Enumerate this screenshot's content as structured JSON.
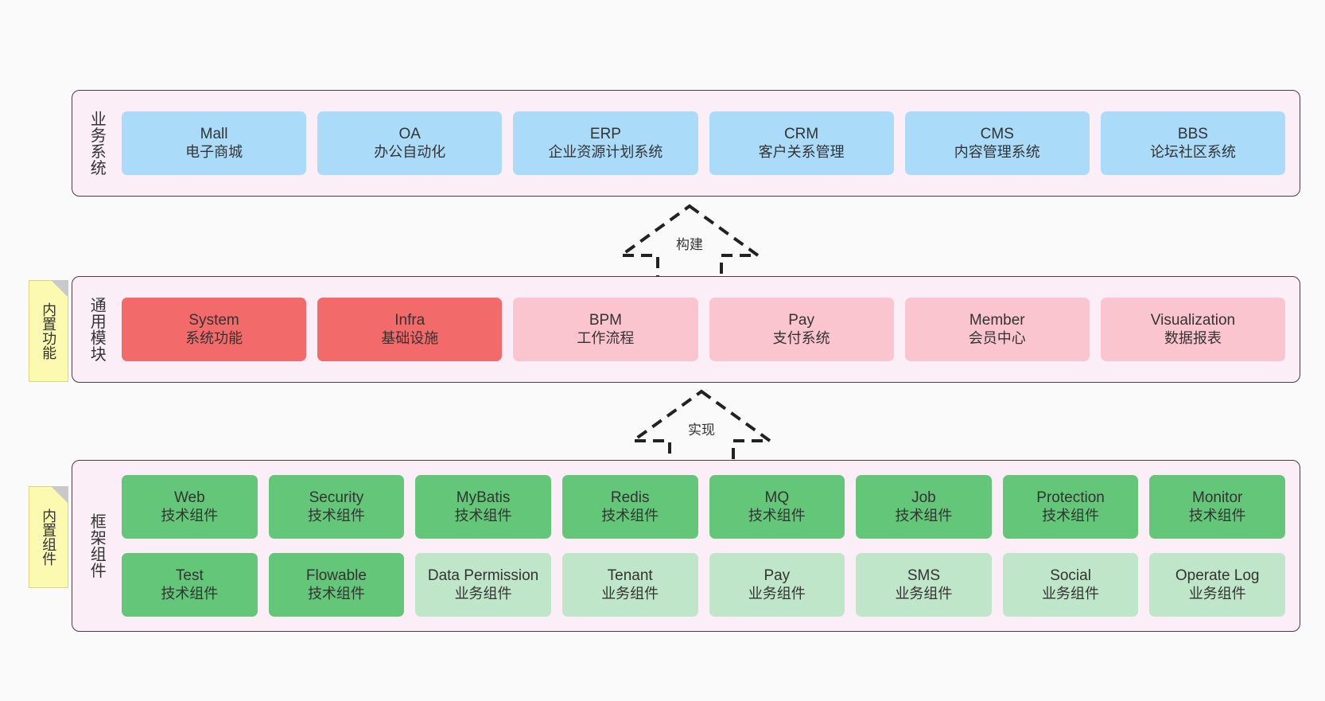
{
  "diagram": {
    "background_color": "#fafafa",
    "panel_background": "#fbeef6",
    "panel_border": "#4a3b45",
    "colors": {
      "business": "#aadcfa",
      "core_module_strong": "#f26a6a",
      "core_module_soft": "#fbc5cf",
      "tech_component": "#63c678",
      "biz_component": "#bfe6c8",
      "note": "#fbfab0"
    }
  },
  "layers": [
    {
      "label": "业务系统",
      "rows": [
        [
          {
            "en": "Mall",
            "cn": "电子商城",
            "style": "c-blue"
          },
          {
            "en": "OA",
            "cn": "办公自动化",
            "style": "c-blue"
          },
          {
            "en": "ERP",
            "cn": "企业资源计划系统",
            "style": "c-blue"
          },
          {
            "en": "CRM",
            "cn": "客户关系管理",
            "style": "c-blue"
          },
          {
            "en": "CMS",
            "cn": "内容管理系统",
            "style": "c-blue"
          },
          {
            "en": "BBS",
            "cn": "论坛社区系统",
            "style": "c-blue"
          }
        ]
      ]
    },
    {
      "label": "通用模块",
      "note": "内置功能",
      "rows": [
        [
          {
            "en": "System",
            "cn": "系统功能",
            "style": "c-red"
          },
          {
            "en": "Infra",
            "cn": "基础设施",
            "style": "c-red"
          },
          {
            "en": "BPM",
            "cn": "工作流程",
            "style": "c-pink"
          },
          {
            "en": "Pay",
            "cn": "支付系统",
            "style": "c-pink"
          },
          {
            "en": "Member",
            "cn": "会员中心",
            "style": "c-pink"
          },
          {
            "en": "Visualization",
            "cn": "数据报表",
            "style": "c-pink"
          }
        ]
      ]
    },
    {
      "label": "框架组件",
      "note": "内置组件",
      "rows": [
        [
          {
            "en": "Web",
            "cn": "技术组件",
            "style": "c-green"
          },
          {
            "en": "Security",
            "cn": "技术组件",
            "style": "c-green"
          },
          {
            "en": "MyBatis",
            "cn": "技术组件",
            "style": "c-green"
          },
          {
            "en": "Redis",
            "cn": "技术组件",
            "style": "c-green"
          },
          {
            "en": "MQ",
            "cn": "技术组件",
            "style": "c-green"
          },
          {
            "en": "Job",
            "cn": "技术组件",
            "style": "c-green"
          },
          {
            "en": "Protection",
            "cn": "技术组件",
            "style": "c-green"
          },
          {
            "en": "Monitor",
            "cn": "技术组件",
            "style": "c-green"
          }
        ],
        [
          {
            "en": "Test",
            "cn": "技术组件",
            "style": "c-green"
          },
          {
            "en": "Flowable",
            "cn": "技术组件",
            "style": "c-green"
          },
          {
            "en": "Data Permission",
            "cn": "业务组件",
            "style": "c-lightgreen"
          },
          {
            "en": "Tenant",
            "cn": "业务组件",
            "style": "c-lightgreen"
          },
          {
            "en": "Pay",
            "cn": "业务组件",
            "style": "c-lightgreen"
          },
          {
            "en": "SMS",
            "cn": "业务组件",
            "style": "c-lightgreen"
          },
          {
            "en": "Social",
            "cn": "业务组件",
            "style": "c-lightgreen"
          },
          {
            "en": "Operate Log",
            "cn": "业务组件",
            "style": "c-lightgreen"
          }
        ]
      ]
    }
  ],
  "connectors": [
    {
      "label": "构建",
      "direction": "up"
    },
    {
      "label": "实现",
      "direction": "up"
    }
  ]
}
